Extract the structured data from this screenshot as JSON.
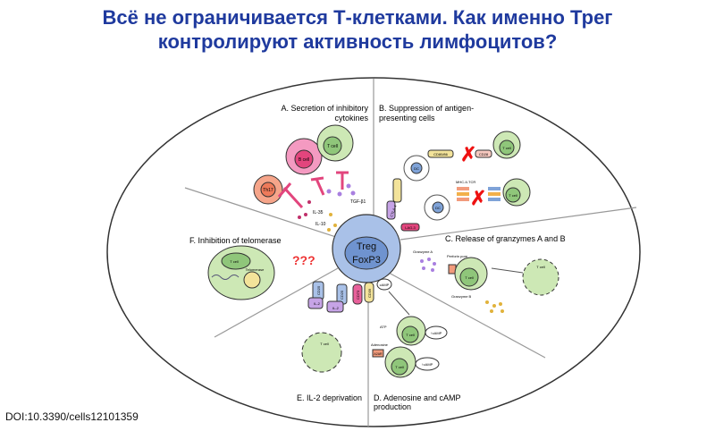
{
  "slide": {
    "title_line1": "Всё не ограничивается Т-клетками. Как именно Трег",
    "title_line2": "контролируют активность лимфоцитов?",
    "doi": "DOI:10.3390/cells12101359"
  },
  "diagram": {
    "center": {
      "line1": "Treg",
      "line2": "FoxP3"
    },
    "sections": {
      "a": {
        "line1": "A. Secretion of inhibitory",
        "line2": "cytokines"
      },
      "b": {
        "line1": "B. Suppression of antigen-",
        "line2": "presenting cells"
      },
      "c": {
        "line1": "C. Release of granzymes A and B"
      },
      "d": {
        "line1": "D. Adenosine and cAMP",
        "line2": "production"
      },
      "e": {
        "line1": "E. IL-2 deprivation"
      },
      "f": {
        "line1": "F. Inhibition of telomerase"
      }
    },
    "labels": {
      "t_cell": "T cell",
      "b_cell": "B cell",
      "th17": "Th17",
      "il35": "IL-35",
      "il10": "IL-10",
      "tgfb": "TGF-β1",
      "dc": "DC",
      "cd80": "CD80/86",
      "cd28": "CD28",
      "ctla4": "CTLA-4",
      "lag3": "LAG-3",
      "mhc": "MHC-II-TCR",
      "granzyme_a": "Granzyme A",
      "granzyme_b": "Granzyme B",
      "perforin": "Perforin pore",
      "question": "???",
      "telomerase": "Telomerase",
      "cd25": "CD25",
      "cd73": "CD73",
      "cd39": "CD39",
      "camp": "cAMP",
      "il2": "IL-2",
      "atp": "ATP",
      "adenosine": "Adenosine",
      "a2ar": "A2AR",
      "up_camp": "↑cAMP"
    }
  }
}
